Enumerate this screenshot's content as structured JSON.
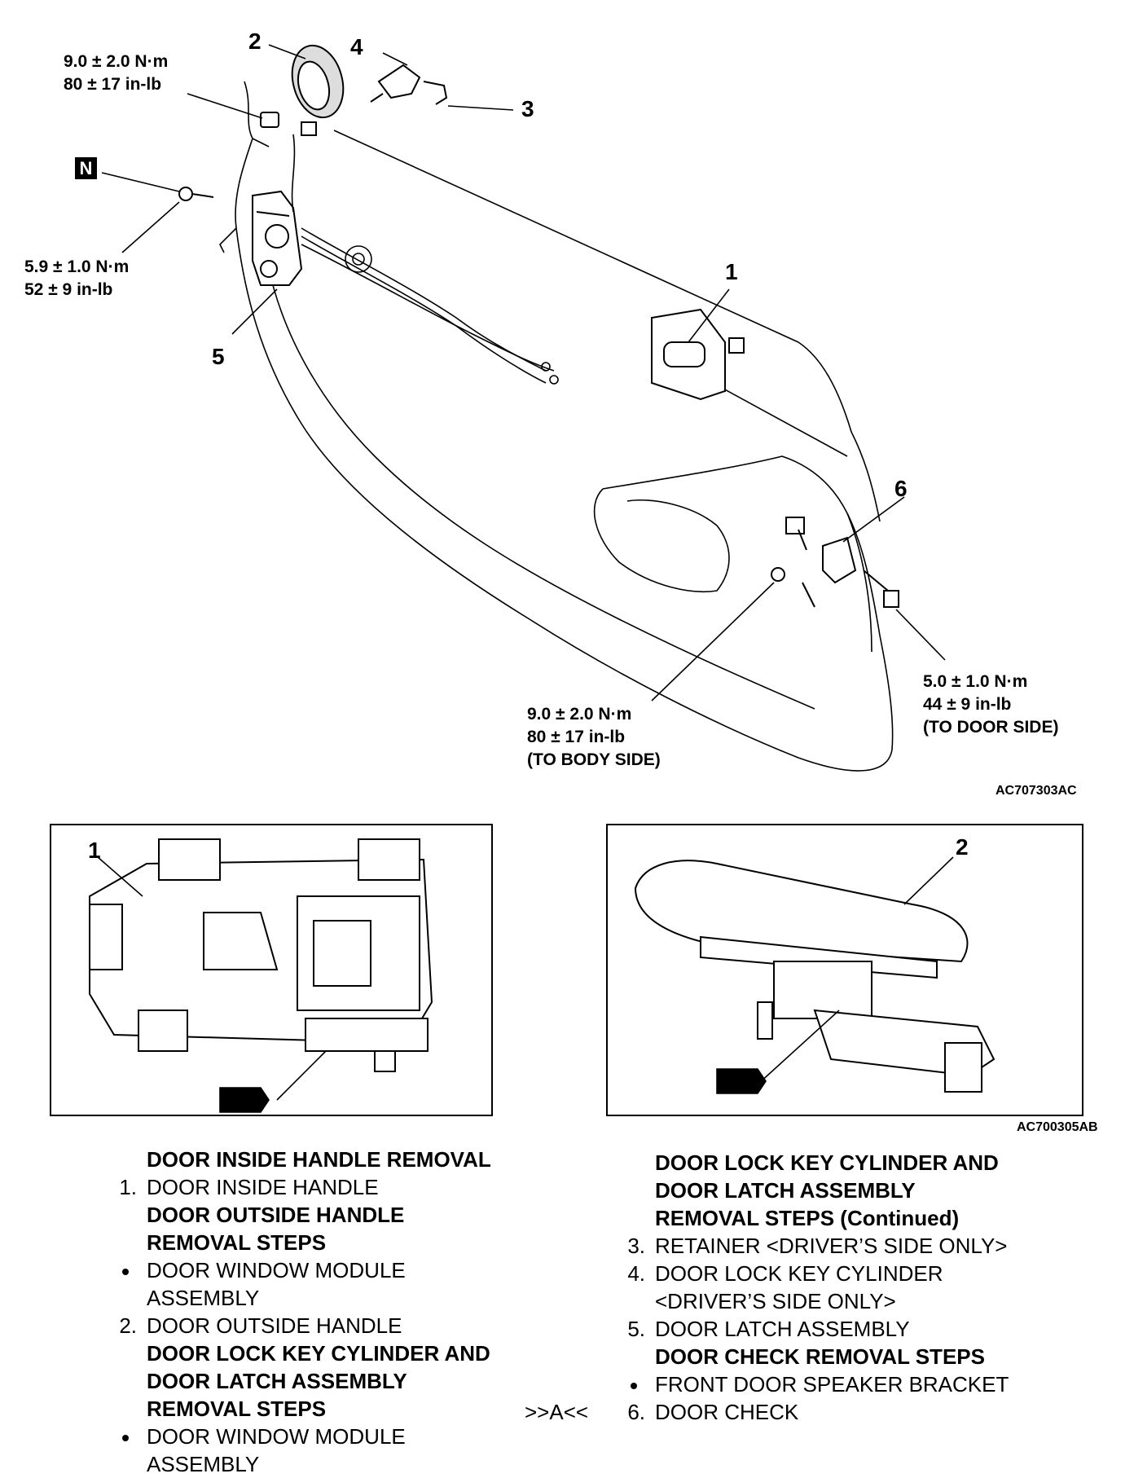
{
  "diagram": {
    "torques": {
      "t1_nm": "9.0 ± 2.0 N·m",
      "t1_inlb": "80 ± 17 in-lb",
      "t2_nm": "5.9 ± 1.0 N·m",
      "t2_inlb": "52 ± 9 in-lb",
      "t3_nm": "9.0 ± 2.0 N·m",
      "t3_inlb": "80 ± 17 in-lb",
      "t3_side": "(TO BODY SIDE)",
      "t4_nm": "5.0 ± 1.0 N·m",
      "t4_inlb": "44 ± 9 in-lb",
      "t4_side": "(TO DOOR SIDE)"
    },
    "callouts": [
      "1",
      "2",
      "3",
      "4",
      "5",
      "6"
    ],
    "n_badge": "N",
    "code_main": "AC707303AC",
    "inset1_label": "1",
    "inset2_label": "2",
    "code_inset": "AC700305AB"
  },
  "steps": {
    "left": {
      "h1": "DOOR INSIDE HANDLE REMOVAL",
      "s1_num": "1.",
      "s1_text": "DOOR INSIDE HANDLE",
      "h2_l1": "DOOR OUTSIDE HANDLE",
      "h2_l2": "REMOVAL STEPS",
      "b1_l1": "DOOR WINDOW MODULE",
      "b1_l2": "ASSEMBLY",
      "s2_num": "2.",
      "s2_text": "DOOR OUTSIDE HANDLE",
      "h3_l1": "DOOR LOCK KEY CYLINDER AND",
      "h3_l2": "DOOR LATCH ASSEMBLY",
      "h3_l3": "REMOVAL STEPS",
      "b2_l1": "DOOR WINDOW MODULE",
      "b2_l2": "ASSEMBLY"
    },
    "right": {
      "h1_l1": "DOOR LOCK KEY CYLINDER AND",
      "h1_l2": "DOOR LATCH ASSEMBLY",
      "h1_l3": "REMOVAL STEPS  (Continued)",
      "s3_num": "3.",
      "s3_text": "RETAINER <DRIVER’S SIDE ONLY>",
      "s4_num": "4.",
      "s4_text_l1": "DOOR LOCK KEY CYLINDER",
      "s4_text_l2": "<DRIVER’S SIDE ONLY>",
      "s5_num": "5.",
      "s5_text": "DOOR LATCH ASSEMBLY",
      "h2": "DOOR CHECK REMOVAL STEPS",
      "b1": "FRONT DOOR SPEAKER BRACKET",
      "s6_ref": ">>A<<",
      "s6_num": "6.",
      "s6_text": "DOOR CHECK"
    }
  }
}
